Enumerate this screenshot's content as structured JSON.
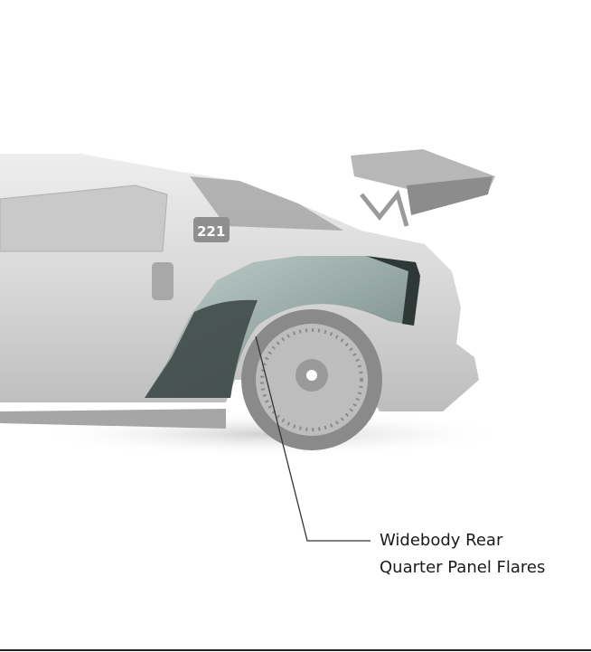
{
  "car": {
    "number": "221"
  },
  "callout": {
    "line1": "Widebody Rear",
    "line2": "Quarter Panel Flares"
  },
  "colors": {
    "body": "#d6d6d6",
    "flare_light": "#a9b8b5",
    "flare_dark": "#3f4a48",
    "text": "#1a1a1a"
  }
}
